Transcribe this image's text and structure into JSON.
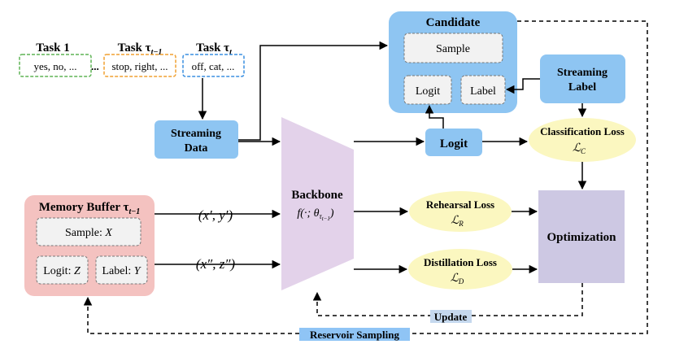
{
  "colors": {
    "green_task": "#5fb455",
    "orange_task": "#f0a030",
    "blue_task": "#3a8fe0",
    "blue_box": "#8ec5f2",
    "inner_gray": "#f2f2f2",
    "memory_pink": "#f4c2c0",
    "backbone_purple": "#e3d2ea",
    "optimization_purple": "#cdc8e3",
    "loss_yellow": "#fbf7c0",
    "update_highlight": "#c5d8ee",
    "reservoir_highlight": "#8fc4f5"
  },
  "tasks": [
    {
      "title": "Task 1",
      "items": "yes, no, ..."
    },
    {
      "title": "Task τ",
      "title_sub": "t−1",
      "items": "stop, right, ..."
    },
    {
      "title": "Task τ",
      "title_sub": "t",
      "items": "off, cat, ..."
    }
  ],
  "tasks_ellipsis": "...",
  "streaming_data": {
    "line1": "Streaming",
    "line2": "Data"
  },
  "candidate": {
    "title": "Candidate",
    "sample": "Sample",
    "logit": "Logit",
    "label": "Label"
  },
  "streaming_label": {
    "line1": "Streaming",
    "line2": "Label"
  },
  "logit_box": "Logit",
  "classification_loss": {
    "label": "Classification Loss",
    "symbol": "ℒ",
    "sub": "C"
  },
  "rehearsal_loss": {
    "label": "Rehearsal Loss",
    "symbol": "ℒ",
    "sub": "R"
  },
  "distillation_loss": {
    "label": "Distillation Loss",
    "symbol": "ℒ",
    "sub": "D"
  },
  "backbone": {
    "title": "Backbone",
    "func": "f(·; θ",
    "sub_tau": "τ",
    "sub_t1": "t−1",
    "close": ")"
  },
  "optimization": "Optimization",
  "memory_buffer": {
    "title": "Memory Buffer τ",
    "title_sub": "t−1",
    "sample_label": "Sample: ",
    "sample_var": "X",
    "logit_label": "Logit: ",
    "logit_var": "Z",
    "label_label": "Label: ",
    "label_var": "Y"
  },
  "pair1": "(x′, y′)",
  "pair2": "(x″, z″)",
  "update": "Update",
  "reservoir_sampling": "Reservoir Sampling"
}
